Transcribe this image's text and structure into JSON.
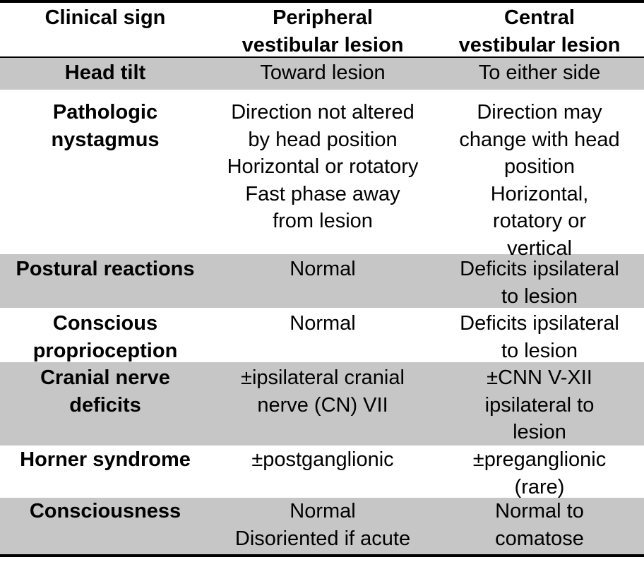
{
  "table": {
    "headers": {
      "clinical_sign": "Clinical sign",
      "peripheral": "Peripheral\nvestibular lesion",
      "central": "Central\nvestibular lesion"
    },
    "rows": [
      {
        "sign": "Head tilt",
        "peripheral": "Toward lesion",
        "central": "To either side"
      },
      {
        "sign": "Pathologic\nnystagmus",
        "peripheral": "Direction not altered\nby head position\nHorizontal or rotatory\nFast phase away\nfrom lesion",
        "central": "Direction may\nchange with head\nposition\nHorizontal,\nrotatory or\nvertical"
      },
      {
        "sign": "Postural reactions",
        "peripheral": "Normal",
        "central": "Deficits ipsilateral\nto lesion"
      },
      {
        "sign": "Conscious\nproprioception",
        "peripheral": "Normal",
        "central": "Deficits ipsilateral\nto lesion"
      },
      {
        "sign": "Cranial nerve\ndeficits",
        "peripheral": "±ipsilateral cranial\nnerve (CN) VII",
        "central": "±CNN V-XII\nipsilateral to\nlesion"
      },
      {
        "sign": "Horner syndrome",
        "peripheral": "±postganglionic",
        "central": "±preganglionic\n(rare)"
      },
      {
        "sign": "Consciousness",
        "peripheral": "Normal\nDisoriented if acute",
        "central": "Normal to\ncomatose"
      }
    ]
  },
  "colors": {
    "shaded_row": "#c6c6c6",
    "rule": "#000000"
  }
}
